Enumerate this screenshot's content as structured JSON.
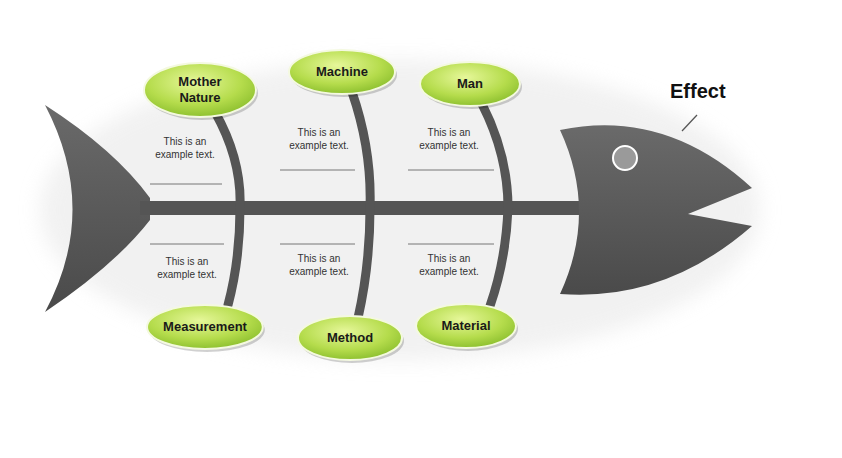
{
  "diagram": {
    "nodes": [
      {
        "text": [
          "Mother Nature"
        ]
      },
      {
        "text": [
          "Machine"
        ]
      },
      {
        "text": [
          "Man"
        ]
      },
      {
        "text": [
          "Measurement"
        ]
      },
      {
        "text": [
          "Method"
        ]
      },
      {
        "text": [
          "Material"
        ]
      }
    ],
    "labels": [
      "This is an example text.",
      "This is an example text.",
      "This is an example text.",
      "This is an example text.",
      "This is an example text.",
      "This is an example text.",
      "Effect"
    ]
  }
}
